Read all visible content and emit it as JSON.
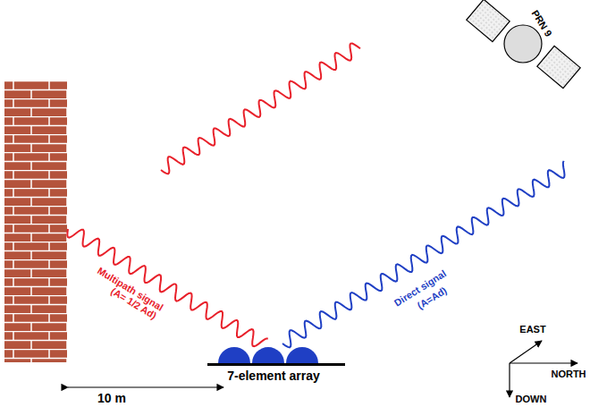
{
  "diagram": {
    "labels": [
      "PRN 9",
      "Multipath signal",
      "(A= 1/2 Ad)",
      "Direct signal",
      "(A=Ad)",
      "7-element array",
      "10 m",
      "EAST",
      "NORTH",
      "DOWN"
    ]
  }
}
